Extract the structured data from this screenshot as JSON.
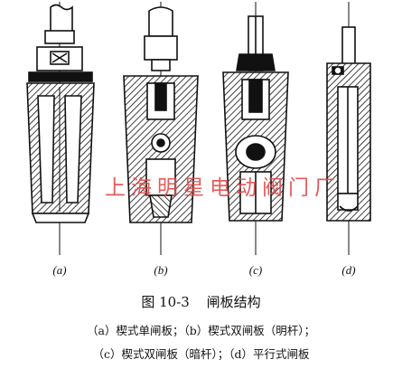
{
  "figure": {
    "label_prefix": "图",
    "number": "10-3",
    "title": "闸板结构"
  },
  "subfigures": [
    {
      "letter": "(a)",
      "name": "楔式单闸板"
    },
    {
      "letter": "(b)",
      "name": "楔式双闸板（明杆）"
    },
    {
      "letter": "(c)",
      "name": "楔式双闸板（暗杆）"
    },
    {
      "letter": "(d)",
      "name": "平行式闸板"
    }
  ],
  "caption": {
    "line1": "（a）楔式单闸板；（b）楔式双闸板（明杆）；",
    "line2": "（c）楔式双闸板（暗杆）；（d）平行式闸板"
  },
  "watermark": "上海明星电动阀门厂",
  "colors": {
    "ink": "#111111",
    "watermark": "#e24a4a",
    "background": "#ffffff"
  }
}
